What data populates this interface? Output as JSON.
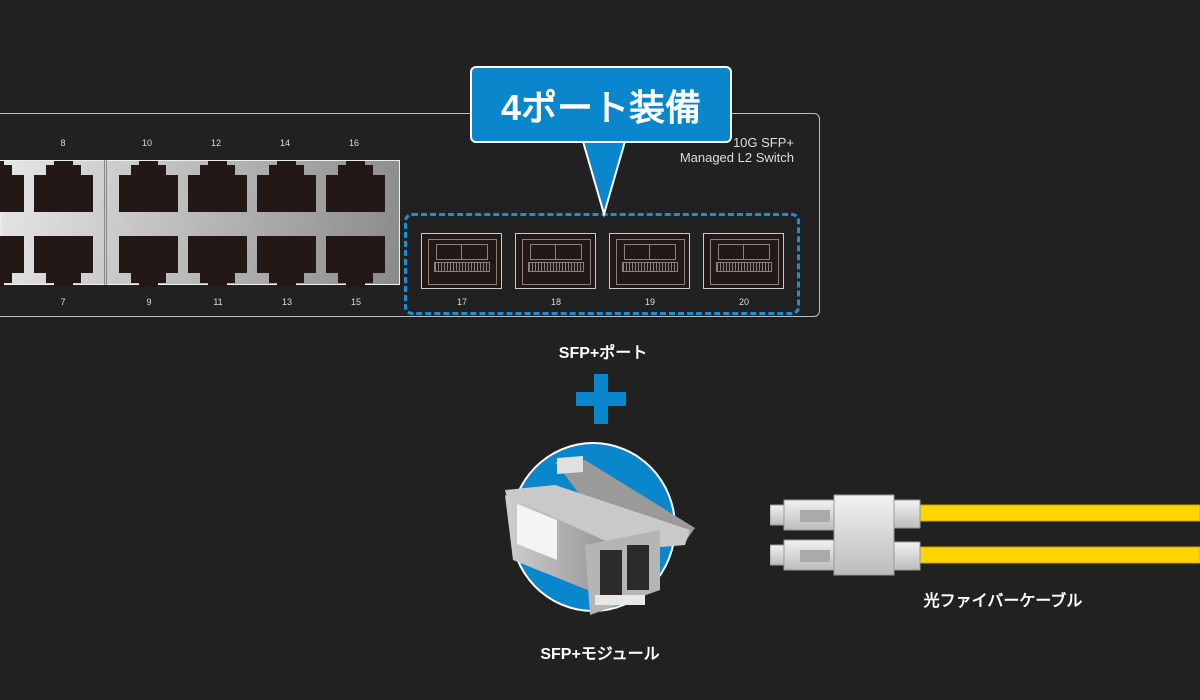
{
  "switch": {
    "model_text_line1": "10G SFP+",
    "model_text_line2": "Managed L2 Switch",
    "rj45_top_labels": [
      "8",
      "10",
      "12",
      "14",
      "16"
    ],
    "rj45_bottom_labels": [
      "7",
      "9",
      "11",
      "13",
      "15"
    ],
    "sfp_labels": [
      "17",
      "18",
      "19",
      "20"
    ]
  },
  "callout": {
    "text": "4ポート装備"
  },
  "labels": {
    "sfp_port": "SFP+ポート",
    "sfp_module": "SFP+モジュール",
    "fiber_cable": "光ファイバーケーブル"
  },
  "colors": {
    "accent": "#0a86cc",
    "background": "#212121",
    "cable": "#ffd400"
  }
}
